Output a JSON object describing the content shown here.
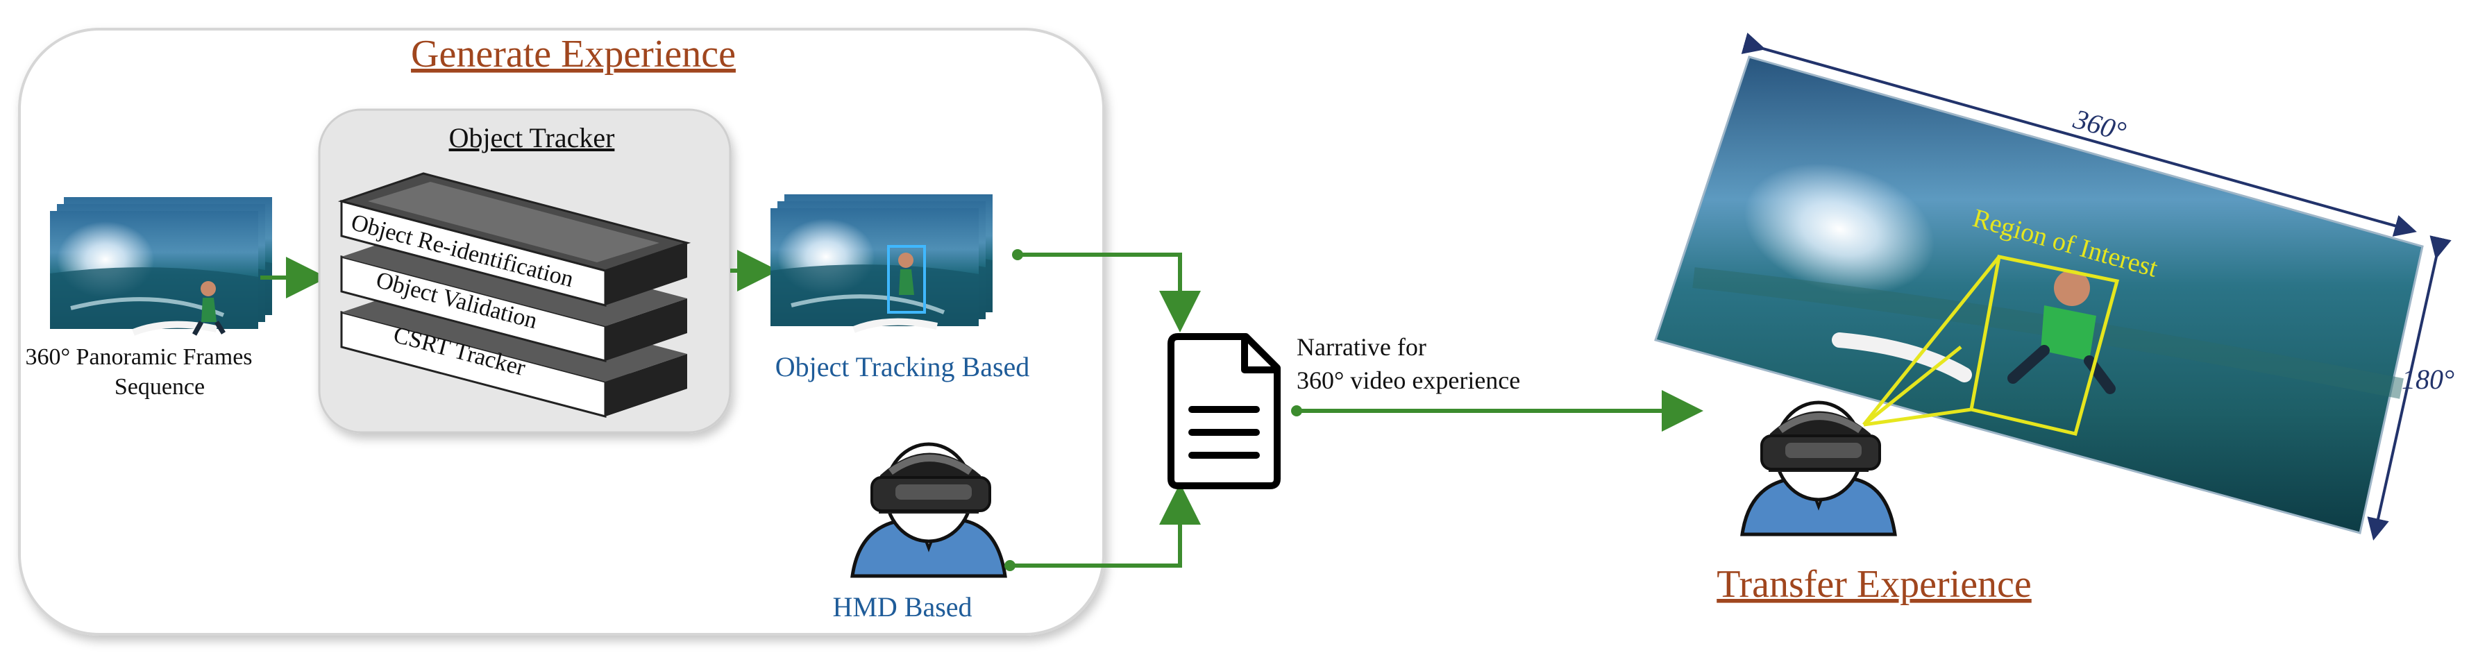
{
  "generate": {
    "title": "Generate Experience",
    "frames_label_line1": "360° Panoramic Frames",
    "frames_label_line2": "Sequence"
  },
  "tracker": {
    "title": "Object Tracker",
    "layers": [
      "Object Re-identification",
      "Object Validation",
      "CSRT Tracker"
    ]
  },
  "outputs": {
    "object_tracking": "Object Tracking Based",
    "hmd": "HMD Based"
  },
  "narrative": {
    "line1": "Narrative for",
    "line2": "360° video experience"
  },
  "transfer": {
    "title": "Transfer Experience",
    "width_label": "360°",
    "height_label": "180°",
    "roi_label": "Region of Interest"
  },
  "icons": {
    "panorama_frames": "panorama-frames-icon",
    "tracked_frames": "tracked-frames-icon",
    "document": "document-icon",
    "hmd_user": "hmd-user-icon",
    "panorama_view": "panorama-view-icon"
  },
  "colors": {
    "title_orange": "#A0461E",
    "label_blue": "#1F5C99",
    "arrow_green": "#3C8C2E",
    "roi_yellow": "#E6E61E",
    "dimension_navy": "#22336B",
    "panel_border": "#D6D6D6",
    "tracker_bg": "#E6E6E6"
  }
}
